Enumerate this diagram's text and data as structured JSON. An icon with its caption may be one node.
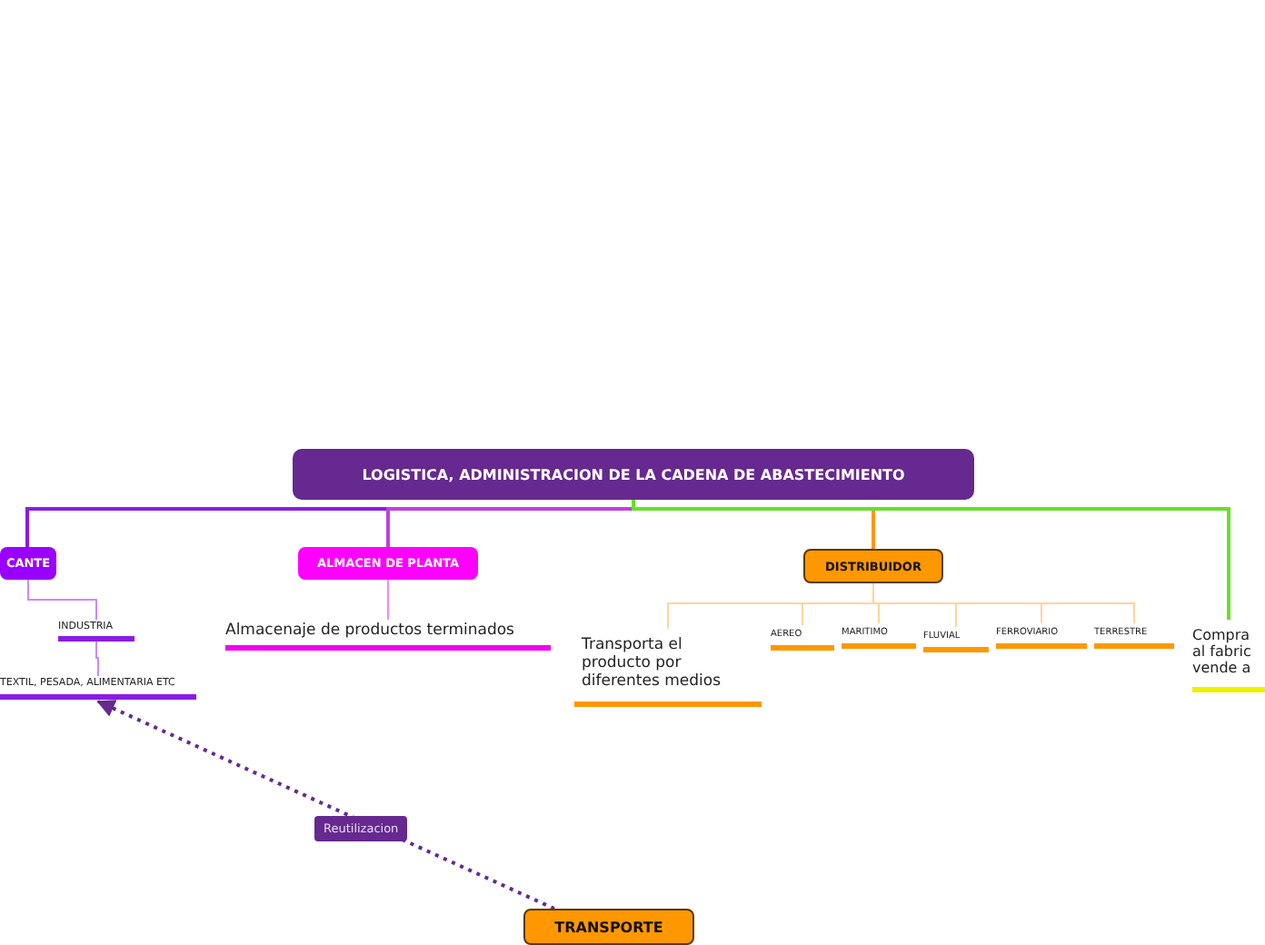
{
  "diagram": {
    "nodes": [
      {
        "text": [
          "LOGISTICA, ADMINISTRACION DE LA CADENA DE ABASTECIMIENTO"
        ]
      },
      {
        "text": [
          "CANTE"
        ]
      },
      {
        "text": [
          "INDUSTRIA"
        ]
      },
      {
        "text": [
          "TEXTIL, PESADA, ALIMENTARIA ETC"
        ]
      },
      {
        "text": [
          "ALMACEN DE PLANTA"
        ]
      },
      {
        "text": [
          "Almacenaje de productos terminados"
        ]
      },
      {
        "text": [
          "DISTRIBUIDOR"
        ]
      },
      {
        "text": [
          "Transporta el producto por diferentes medios"
        ]
      },
      {
        "text": [
          "AEREO"
        ]
      },
      {
        "text": [
          "MARITIMO"
        ]
      },
      {
        "text": [
          "FLUVIAL"
        ]
      },
      {
        "text": [
          "FERROVIARIO"
        ]
      },
      {
        "text": [
          "TERRESTRE"
        ]
      },
      {
        "text": [
          "Compra al fabric vende a"
        ]
      },
      {
        "text": [
          "TRANSPORTE"
        ]
      }
    ],
    "edges": [
      {
        "from": 0,
        "to": 1,
        "arrow": "none",
        "color": "#8a1ce6"
      },
      {
        "from": 0,
        "to": 4,
        "arrow": "none",
        "color": "#c040e0"
      },
      {
        "from": 0,
        "to": 6,
        "arrow": "none",
        "color": "#ff9800"
      },
      {
        "from": 0,
        "to": 13,
        "arrow": "none",
        "color": "#66e02a"
      },
      {
        "from": 1,
        "to": 2,
        "arrow": "none",
        "color": "#c98bf7"
      },
      {
        "from": 2,
        "to": 3,
        "arrow": "none",
        "color": "#c98bf7"
      },
      {
        "from": 4,
        "to": 5,
        "arrow": "none",
        "color": "#f58af5"
      },
      {
        "from": 6,
        "to": 7,
        "arrow": "none",
        "color": "#ffd59a"
      },
      {
        "from": 6,
        "to": 8,
        "arrow": "none",
        "color": "#ffd59a"
      },
      {
        "from": 6,
        "to": 9,
        "arrow": "none",
        "color": "#ffd59a"
      },
      {
        "from": 6,
        "to": 10,
        "arrow": "none",
        "color": "#ffd59a"
      },
      {
        "from": 6,
        "to": 11,
        "arrow": "none",
        "color": "#ffd59a"
      },
      {
        "from": 6,
        "to": 12,
        "arrow": "none",
        "color": "#ffd59a"
      },
      {
        "from": 14,
        "to": 3,
        "arrow": "to",
        "label": "Reutilizacion",
        "style": "dashed",
        "color": "#66298f"
      }
    ]
  }
}
